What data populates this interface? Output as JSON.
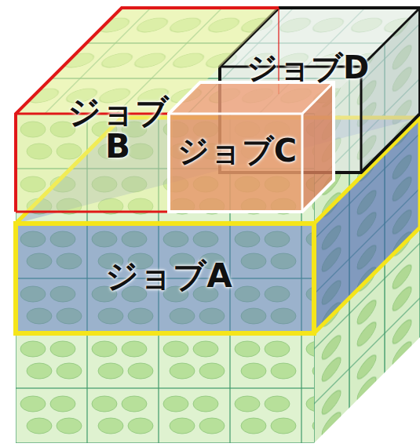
{
  "diagram": {
    "nodes": [
      {
        "text": [
          "ジョブD"
        ]
      },
      {
        "text": [
          "ジョブ B"
        ]
      },
      {
        "text": [
          "ジョブC"
        ]
      },
      {
        "text": [
          "ジョブA"
        ]
      }
    ]
  }
}
